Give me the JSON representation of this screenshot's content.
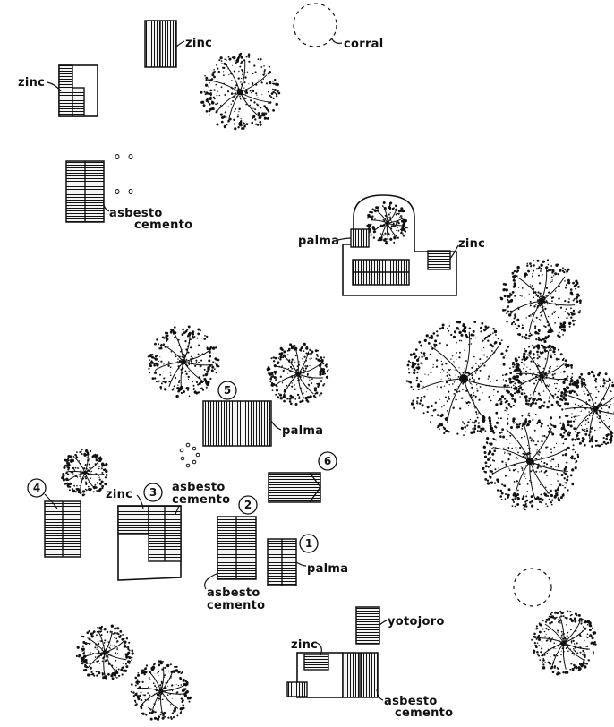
{
  "labels": {
    "zinc": "zinc",
    "corral": "corral",
    "asbesto": "asbesto",
    "cemento": "cemento",
    "palma": "palma",
    "yotojoro": "yotojoro"
  },
  "numbers": {
    "n1": "1",
    "n2": "2",
    "n3": "3",
    "n4": "4",
    "n5": "5",
    "n6": "6"
  },
  "colors": {
    "ink": "#111111",
    "paper": "#ffffff"
  }
}
